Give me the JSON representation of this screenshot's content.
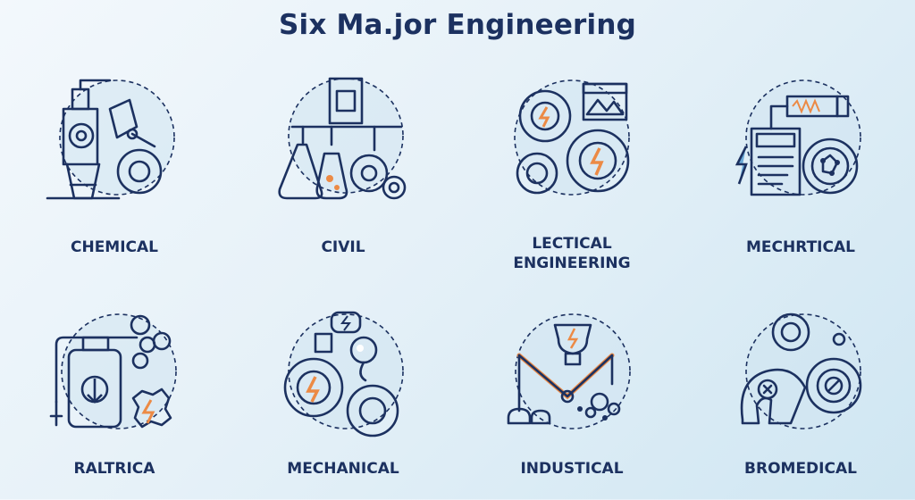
{
  "title": "Six Ma.jor Engineering",
  "colors": {
    "navy": "#1c3160",
    "orange": "#ec8a45",
    "blue": "#6aa8d6",
    "lightblue": "#cfe3f1"
  },
  "items": [
    {
      "label": "CHEMICAL",
      "icon": "chemical-plant-icon"
    },
    {
      "label": "CIVIL",
      "icon": "pipeline-flask-icon"
    },
    {
      "label": "LECTICAL\nENGINEERING",
      "icon": "electric-gears-icon"
    },
    {
      "label": "MECHRTICAL",
      "icon": "document-circuit-icon"
    },
    {
      "label": "RALTRICA",
      "icon": "tank-gear-icon"
    },
    {
      "label": "MECHANICAL",
      "icon": "bulb-gears-icon"
    },
    {
      "label": "INDUSTICAL",
      "icon": "robotic-arm-icon"
    },
    {
      "label": "BROMEDICAL",
      "icon": "bio-gears-icon"
    }
  ]
}
